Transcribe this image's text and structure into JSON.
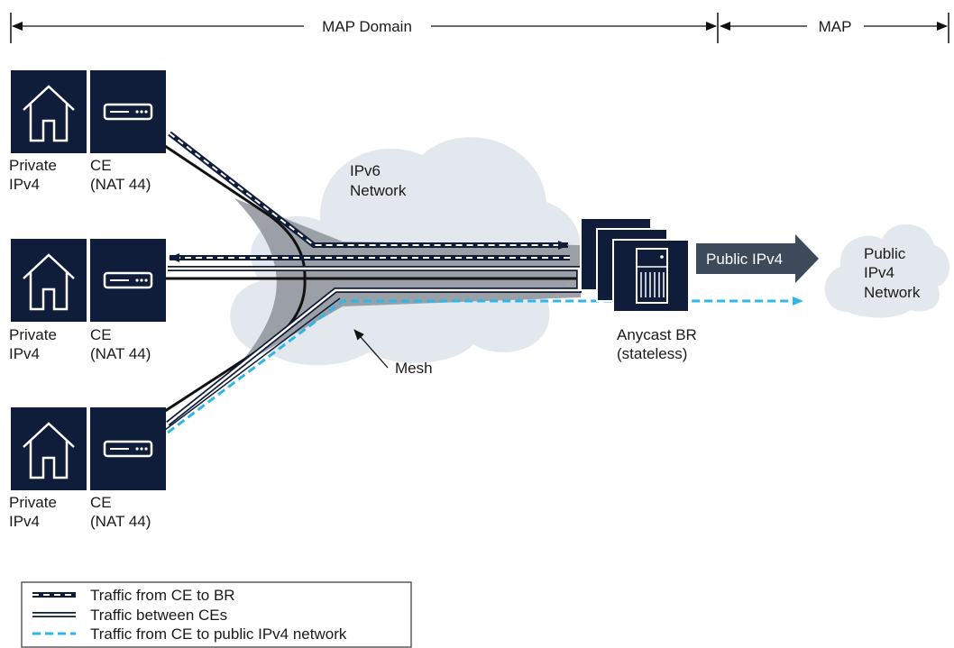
{
  "header": {
    "map_domain_label": "MAP Domain",
    "map_label": "MAP"
  },
  "sites": [
    {
      "host_line1": "Private",
      "host_line2": "IPv4",
      "ce_line1": "CE",
      "ce_line2": "(NAT 44)"
    },
    {
      "host_line1": "Private",
      "host_line2": "IPv4",
      "ce_line1": "CE",
      "ce_line2": "(NAT 44)"
    },
    {
      "host_line1": "Private",
      "host_line2": "IPv4",
      "ce_line1": "CE",
      "ce_line2": "(NAT 44)"
    }
  ],
  "ipv6_cloud": {
    "line1": "IPv6",
    "line2": "Network"
  },
  "mesh_label": "Mesh",
  "br": {
    "line1": "Anycast BR",
    "line2": "(stateless)"
  },
  "public_arrow_label": "Public IPv4",
  "public_cloud": {
    "line1": "Public",
    "line2": "IPv4",
    "line3": "Network"
  },
  "legend": {
    "items": [
      "Traffic from CE to BR",
      "Traffic between CEs",
      "Traffic from CE to public IPv4 network"
    ]
  },
  "colors": {
    "navy": "#0f1c3a",
    "cyan": "#2eb6e8",
    "cloud": "#e3e8ee",
    "mesh": "#8e939a",
    "arrow_box": "#3c4a5a"
  },
  "icons": {
    "home": "house-icon",
    "ce": "router-icon",
    "br": "server-icon"
  }
}
